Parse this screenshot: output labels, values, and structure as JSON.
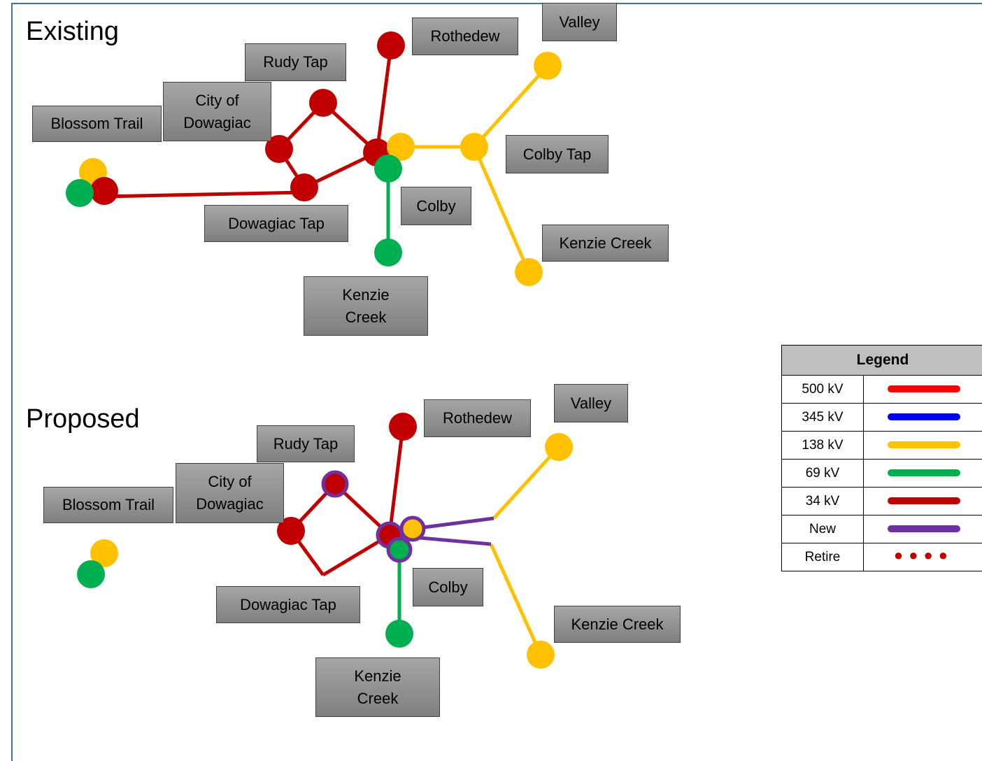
{
  "sections": {
    "existing_title": "Existing",
    "proposed_title": "Proposed"
  },
  "labels": {
    "existing": {
      "rothedew": "Rothedew",
      "valley": "Valley",
      "rudy_tap": "Rudy Tap",
      "city_of_dowagiac": "City of\nDowagiac",
      "blossom_trail": "Blossom Trail",
      "colby_tap": "Colby Tap",
      "colby": "Colby",
      "dowagiac_tap": "Dowagiac Tap",
      "kenzie_creek_right": "Kenzie Creek",
      "kenzie_creek_bottom": "Kenzie\nCreek"
    },
    "proposed": {
      "rothedew": "Rothedew",
      "valley": "Valley",
      "rudy_tap": "Rudy Tap",
      "city_of_dowagiac": "City of\nDowagiac",
      "blossom_trail": "Blossom Trail",
      "colby": "Colby",
      "dowagiac_tap": "Dowagiac Tap",
      "kenzie_creek_right": "Kenzie Creek",
      "kenzie_creek_bottom": "Kenzie\nCreek"
    }
  },
  "legend": {
    "title": "Legend",
    "rows": [
      {
        "label": "500 kV",
        "color": "#ff0000",
        "style": "line"
      },
      {
        "label": "345 kV",
        "color": "#0000ff",
        "style": "line"
      },
      {
        "label": "138 kV",
        "color": "#ffc000",
        "style": "line"
      },
      {
        "label": "69 kV",
        "color": "#00b050",
        "style": "line"
      },
      {
        "label": "34 kV",
        "color": "#c00000",
        "style": "line"
      },
      {
        "label": "New",
        "color": "#7030a0",
        "style": "line"
      },
      {
        "label": "Retire",
        "color": "#c00000",
        "style": "dots"
      }
    ]
  },
  "colors": {
    "kv138": "#ffc000",
    "kv69": "#00b050",
    "kv34": "#c00000",
    "new": "#7030a0",
    "frame": "#41719c"
  }
}
